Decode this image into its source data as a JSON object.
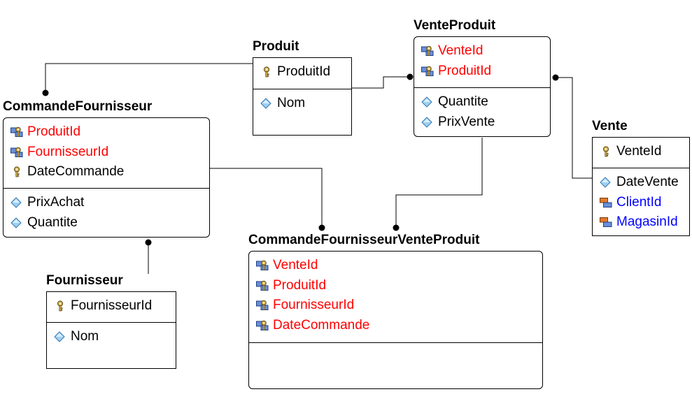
{
  "entities": {
    "produit": {
      "title": "Produit",
      "keys": [
        {
          "label": "ProduitId",
          "kind": "pk"
        }
      ],
      "attrs": [
        {
          "label": "Nom",
          "kind": "attr"
        }
      ]
    },
    "venteproduit": {
      "title": "VenteProduit",
      "keys": [
        {
          "label": "VenteId",
          "kind": "pkfk"
        },
        {
          "label": "ProduitId",
          "kind": "pkfk"
        }
      ],
      "attrs": [
        {
          "label": "Quantite",
          "kind": "attr"
        },
        {
          "label": "PrixVente",
          "kind": "attr"
        }
      ]
    },
    "commandefournisseur": {
      "title": "CommandeFournisseur",
      "keys": [
        {
          "label": "ProduitId",
          "kind": "pkfk"
        },
        {
          "label": "FournisseurId",
          "kind": "pkfk"
        },
        {
          "label": "DateCommande",
          "kind": "pk"
        }
      ],
      "attrs": [
        {
          "label": "PrixAchat",
          "kind": "attr"
        },
        {
          "label": "Quantite",
          "kind": "attr"
        }
      ]
    },
    "vente": {
      "title": "Vente",
      "keys": [
        {
          "label": "VenteId",
          "kind": "pk"
        }
      ],
      "attrs": [
        {
          "label": "DateVente",
          "kind": "attr"
        },
        {
          "label": "ClientId",
          "kind": "fk"
        },
        {
          "label": "MagasinId",
          "kind": "fk"
        }
      ]
    },
    "fournisseur": {
      "title": "Fournisseur",
      "keys": [
        {
          "label": "FournisseurId",
          "kind": "pk"
        }
      ],
      "attrs": [
        {
          "label": "Nom",
          "kind": "attr"
        }
      ]
    },
    "cfvp": {
      "title": "CommandeFournisseurVenteProduit",
      "keys": [
        {
          "label": "VenteId",
          "kind": "pkfk"
        },
        {
          "label": "ProduitId",
          "kind": "pkfk"
        },
        {
          "label": "FournisseurId",
          "kind": "pkfk"
        },
        {
          "label": "DateCommande",
          "kind": "pkfk"
        }
      ],
      "attrs": []
    }
  },
  "colors": {
    "pkfk": "#ff0000",
    "fk": "#0000ff",
    "pk": "#000000",
    "attr": "#000000"
  }
}
